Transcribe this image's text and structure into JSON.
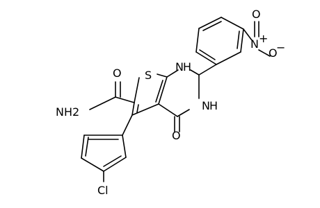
{
  "molecule": {
    "atoms": {
      "s_ring": "S",
      "nh_top": "N",
      "nh_top_h": "H",
      "nh_right": "N",
      "nh_right_h": "H",
      "carbonyl_o": "O",
      "amide_o": "O",
      "amide_n": "N",
      "amide_h2": "H2",
      "nitro_n": "N",
      "nitro_plus": "+",
      "nitro_o_top": "O",
      "nitro_o_bottom": "O",
      "nitro_minus": "−",
      "chloro": "Cl"
    }
  },
  "colors": {
    "bond": "#000000",
    "text": "#000000",
    "background": "#ffffff"
  }
}
